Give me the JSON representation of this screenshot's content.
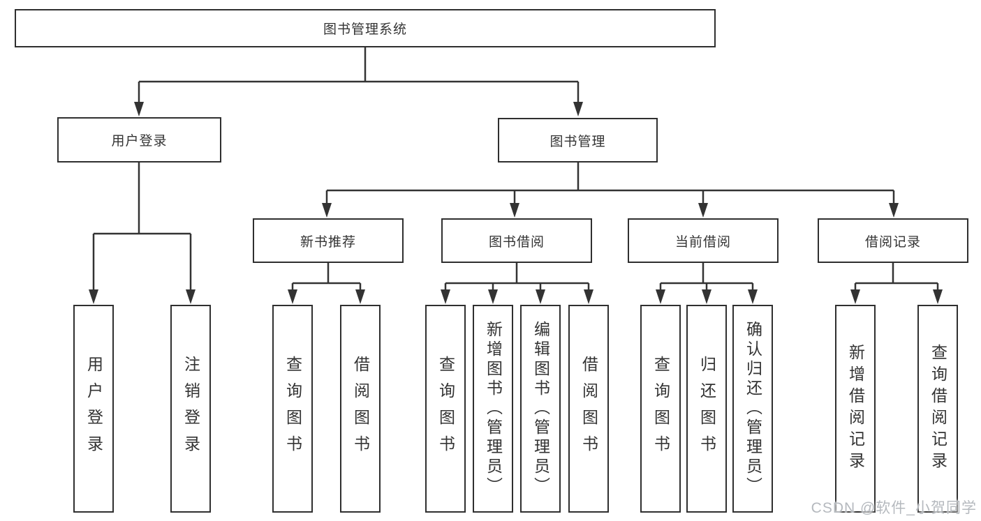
{
  "diagram_type": "hierarchy-tree",
  "colors": {
    "line": "#333333",
    "box_border": "#2f2f2f",
    "box_fill": "#ffffff",
    "text": "#333333",
    "background": "#ffffff",
    "watermark": "#b5b9be"
  },
  "tree": {
    "root": {
      "label": "图书管理系统",
      "children": [
        {
          "label": "用户登录",
          "children": [
            {
              "label": "用户登录"
            },
            {
              "label": "注销登录"
            }
          ]
        },
        {
          "label": "图书管理",
          "children": [
            {
              "label": "新书推荐",
              "children": [
                {
                  "label": "查询图书"
                },
                {
                  "label": "借阅图书"
                }
              ]
            },
            {
              "label": "图书借阅",
              "children": [
                {
                  "label": "查询图书"
                },
                {
                  "label": "新增图书（管理员）"
                },
                {
                  "label": "编辑图书（管理员）"
                },
                {
                  "label": "借阅图书"
                }
              ]
            },
            {
              "label": "当前借阅",
              "children": [
                {
                  "label": "查询图书"
                },
                {
                  "label": "归还图书"
                },
                {
                  "label": "确认归还（管理员）"
                }
              ]
            },
            {
              "label": "借阅记录",
              "children": [
                {
                  "label": "新增借阅记录"
                },
                {
                  "label": "查询借阅记录"
                }
              ]
            }
          ]
        }
      ]
    }
  },
  "watermark": {
    "text": "CSDN @软件_小贺同学"
  }
}
